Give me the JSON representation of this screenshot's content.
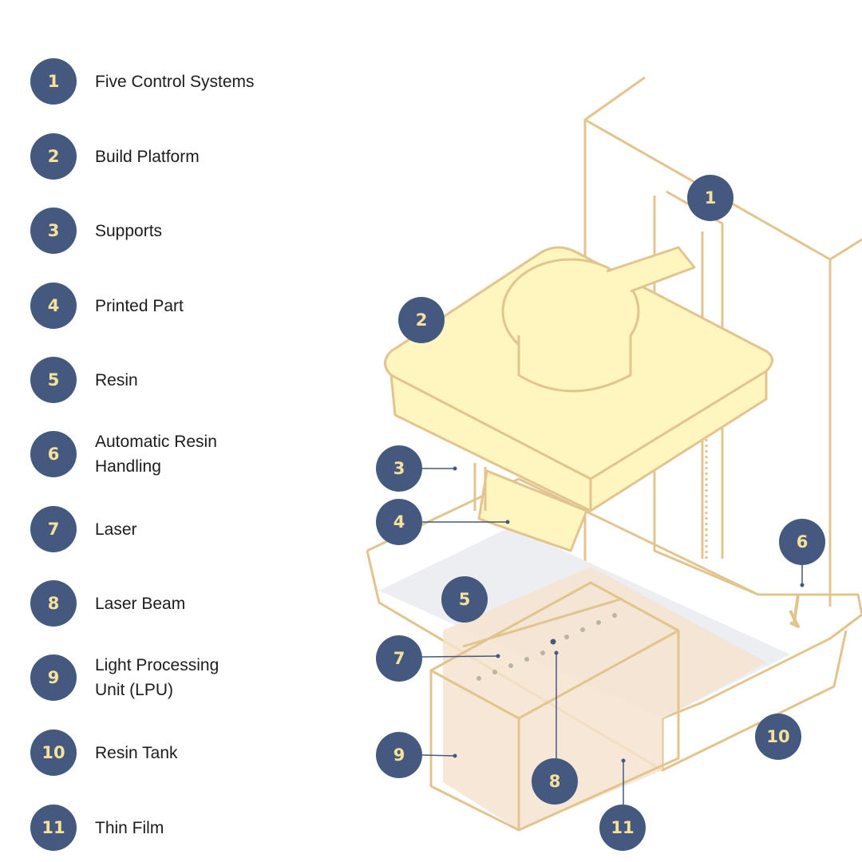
{
  "legend": [
    {
      "num": "1",
      "label": "Five Control Systems"
    },
    {
      "num": "2",
      "label": "Build Platform"
    },
    {
      "num": "3",
      "label": "Supports"
    },
    {
      "num": "4",
      "label": "Printed Part"
    },
    {
      "num": "5",
      "label": "Resin"
    },
    {
      "num": "6",
      "label": "Automatic Resin\nHandling"
    },
    {
      "num": "7",
      "label": "Laser"
    },
    {
      "num": "8",
      "label": "Laser Beam"
    },
    {
      "num": "9",
      "label": "Light Processing\nUnit (LPU)"
    },
    {
      "num": "10",
      "label": "Resin Tank"
    },
    {
      "num": "11",
      "label": "Thin Film"
    }
  ],
  "colors": {
    "badge": "#45597f",
    "badge_text": "#f6e29a",
    "outline": "#e2c48e",
    "platform": "#fff5bf",
    "resin": "#eceef2",
    "lpu": "#f6e3cf"
  }
}
